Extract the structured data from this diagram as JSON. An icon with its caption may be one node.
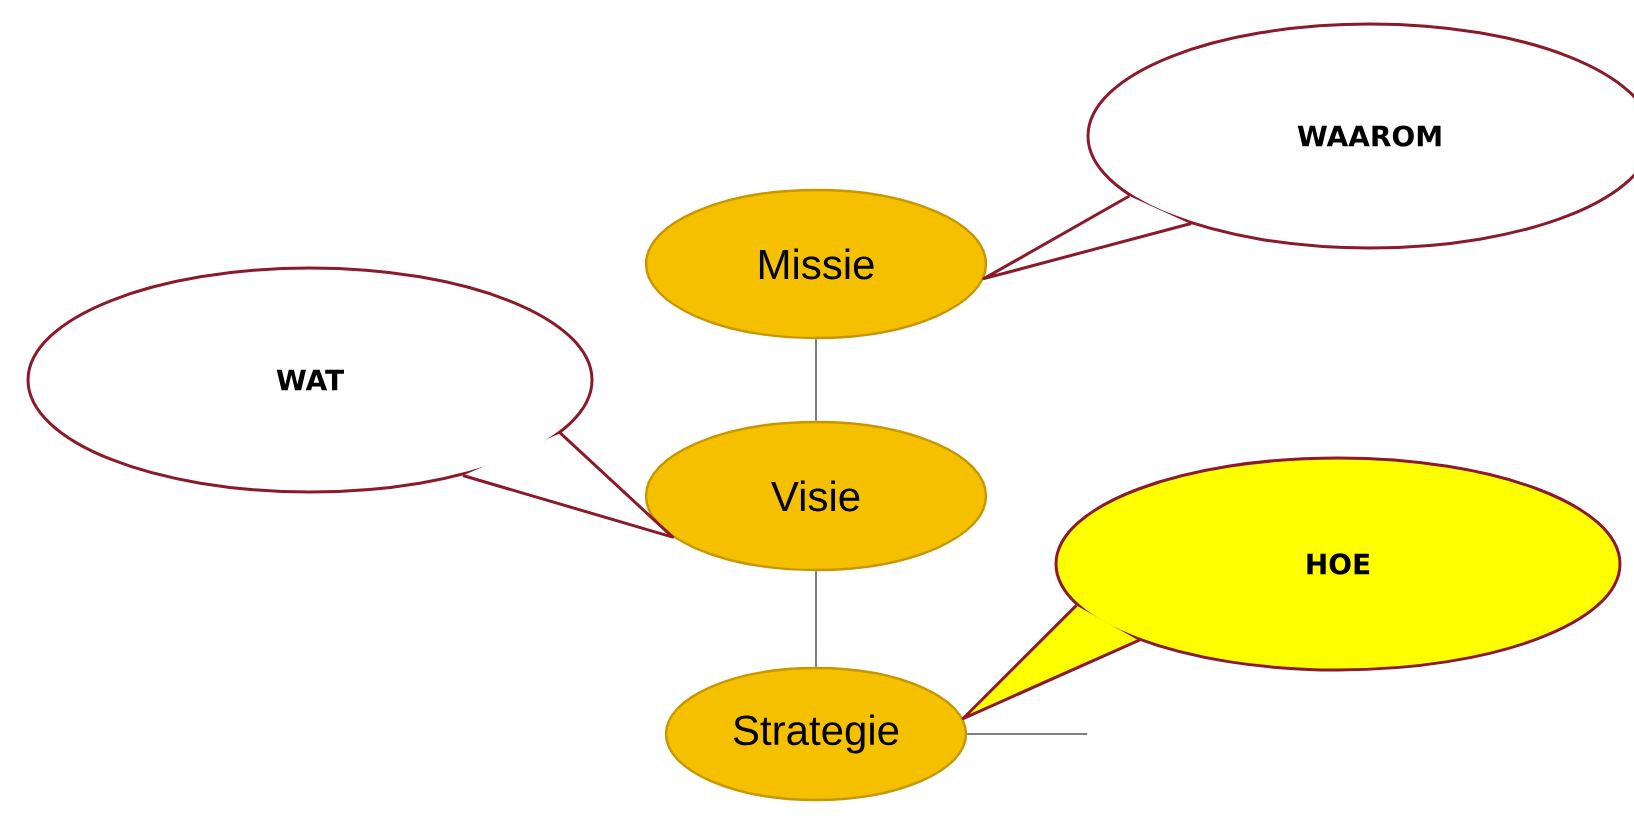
{
  "diagram": {
    "nodes": [
      {
        "text": [
          "Missie"
        ]
      },
      {
        "text": [
          "Visie"
        ]
      },
      {
        "text": [
          "Strategie"
        ]
      },
      {
        "text": [
          "WAAROM"
        ]
      },
      {
        "text": [
          "WAT"
        ]
      },
      {
        "text": [
          "HOE"
        ]
      }
    ],
    "edges": [
      {
        "from": 0,
        "to": 1,
        "arrow": "none"
      },
      {
        "from": 1,
        "to": 2,
        "arrow": "none"
      },
      {
        "from": 2,
        "to": null,
        "arrow": "none"
      },
      {
        "from": 3,
        "to": 0,
        "arrow": "none",
        "color": "#8b1a2b"
      },
      {
        "from": 4,
        "to": 1,
        "arrow": "none",
        "color": "#8b1a2b"
      },
      {
        "from": 5,
        "to": 2,
        "arrow": "none",
        "color": "#8b1a2b"
      }
    ]
  }
}
